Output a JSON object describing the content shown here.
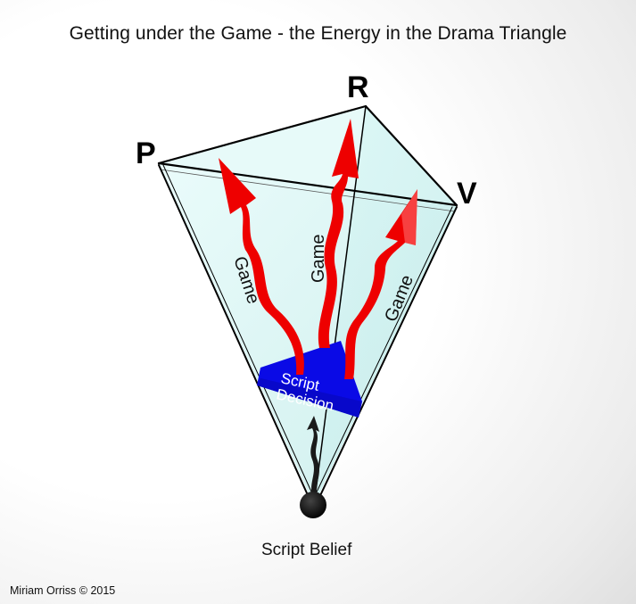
{
  "title": "Getting under the Game - the Energy in the Drama Triangle",
  "vertices": {
    "persecutor": "P",
    "rescuer": "R",
    "victim": "V"
  },
  "arrows": [
    {
      "label": "Game",
      "target": "P"
    },
    {
      "label": "Game",
      "target": "R"
    },
    {
      "label": "Game",
      "target": "V"
    }
  ],
  "script_decision": {
    "line1": "Script",
    "line2": "Decision"
  },
  "script_belief": "Script Belief",
  "credit": "Miriam Orriss © 2015",
  "colors": {
    "arrow": "#ee0000",
    "decision": "#0a0ae6",
    "glass": "#cdf0ee",
    "belief_dot": "#000000"
  }
}
